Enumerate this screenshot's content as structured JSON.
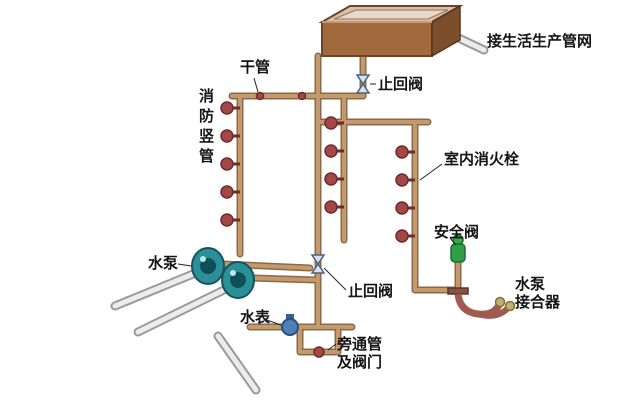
{
  "labels": {
    "supply_network": "接生活生产管网",
    "main_pipe": "干管",
    "check_valve_top": "止回阀",
    "fire_riser": "消防竖管",
    "indoor_hydrant": "室内消火栓",
    "safety_valve": "安全阀",
    "water_pump": "水泵",
    "check_valve_mid": "止回阀",
    "water_meter": "水表",
    "bypass_line1": "旁通管",
    "bypass_line2": "及阀门",
    "pump_adapter_line1": "水泵",
    "pump_adapter_line2": "接合器"
  },
  "colors": {
    "pipe_tan": "#c49a6c",
    "pipe_white": "#ececec",
    "hydrant_red": "#a34747",
    "pump_teal": "#2a8f96",
    "valve_green": "#2f9e44",
    "meter_blue": "#4f7fb5",
    "tank_brown": "#a06a3e",
    "label_text": "#141414"
  }
}
